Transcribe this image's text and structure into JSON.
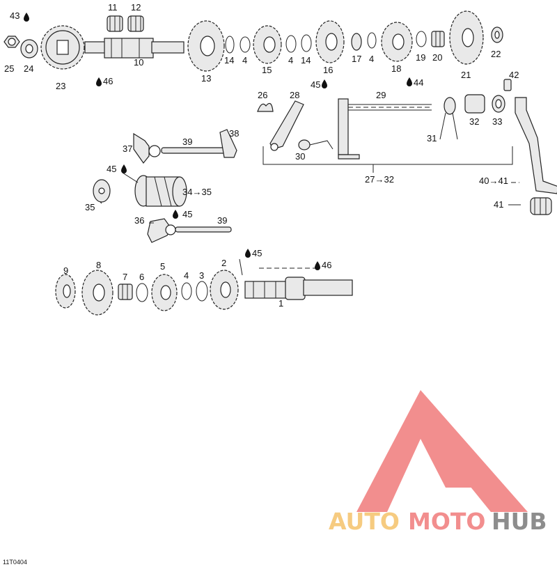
{
  "diagram": {
    "labels": [
      "43",
      "25",
      "24",
      "23",
      "11",
      "12",
      "10",
      "46",
      "13",
      "14",
      "4",
      "15",
      "4",
      "14",
      "16",
      "17",
      "4",
      "18",
      "19",
      "20",
      "21",
      "22",
      "26",
      "28",
      "45",
      "29",
      "44",
      "42",
      "30",
      "31",
      "32",
      "33",
      "37",
      "39",
      "38",
      "45",
      "34→35",
      "35",
      "45",
      "36",
      "39",
      "27→32",
      "40→41",
      "41",
      "9",
      "8",
      "7",
      "6",
      "5",
      "4",
      "3",
      "2",
      "45",
      "46",
      "1"
    ],
    "drawing_code": "11T0404"
  },
  "watermark": {
    "word1": "AUTO",
    "word2": "MOTO",
    "word3": "HUB",
    "colors": {
      "logo": "#f07b7b",
      "auto": "#f5c26b",
      "moto": "#f07b7b",
      "hub": "#7a7a7a"
    }
  }
}
